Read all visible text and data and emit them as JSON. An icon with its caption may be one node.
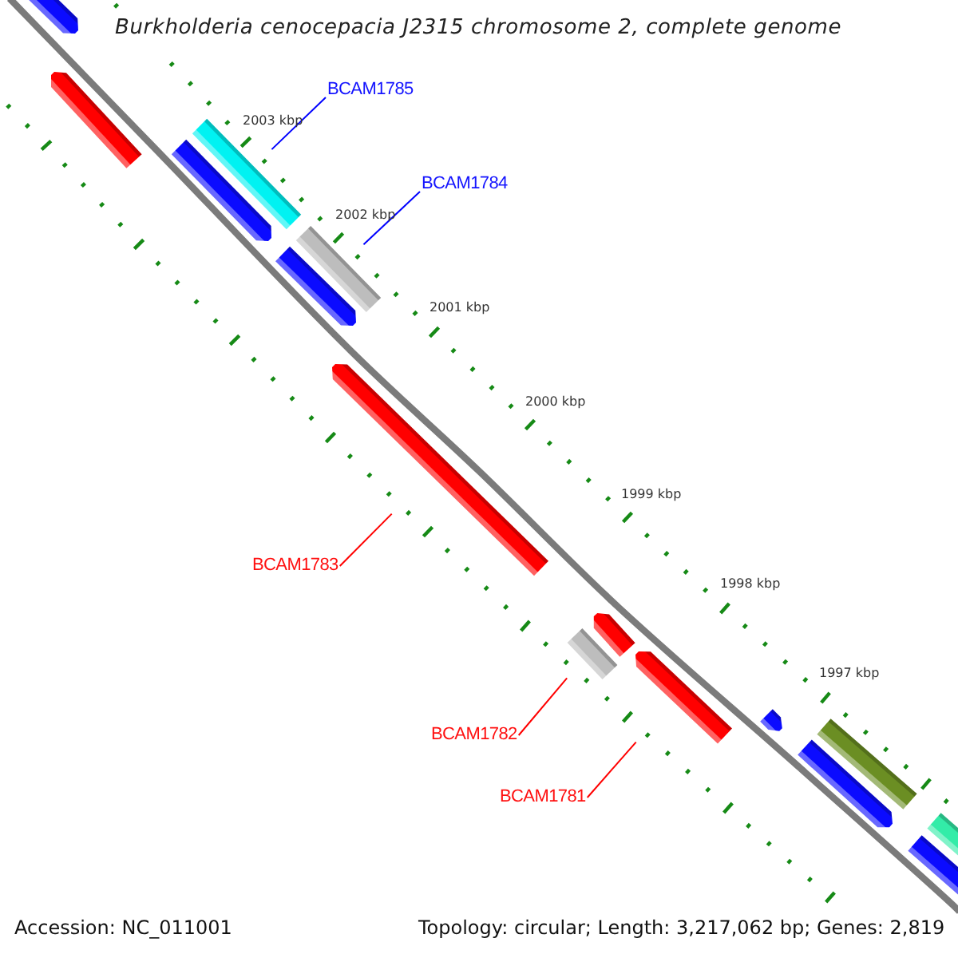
{
  "diagram": {
    "title": "Burkholderia cenocepacia J2315 chromosome 2, complete genome",
    "nodes": [
      {
        "text": [],
        "shape": "arrow"
      },
      {
        "text": [],
        "shape": "arrow"
      },
      {
        "text": [
          "BCAM1785"
        ]
      },
      {
        "text": [],
        "shape": "bar"
      },
      {
        "text": [],
        "shape": "arrow"
      },
      {
        "text": [
          "BCAM1784"
        ]
      },
      {
        "text": [],
        "shape": "bar"
      },
      {
        "text": [],
        "shape": "arrow"
      },
      {
        "text": [],
        "shape": "arrow"
      },
      {
        "text": [
          "BCAM1783"
        ]
      },
      {
        "text": [],
        "shape": "arrow"
      },
      {
        "text": [],
        "shape": "bar"
      },
      {
        "text": [],
        "shape": "arrow"
      },
      {
        "text": [],
        "shape": "arrow"
      },
      {
        "text": [],
        "shape": "bar"
      },
      {
        "text": [
          "BCAM1782"
        ]
      },
      {
        "text": [],
        "shape": "arrow"
      },
      {
        "text": [
          "BCAM1781"
        ]
      },
      {
        "text": [],
        "shape": "bar"
      },
      {
        "text": [],
        "shape": "bar"
      }
    ],
    "edges": [
      {
        "from": 2,
        "to": 3,
        "arrow": "none",
        "color": "#0000ff"
      },
      {
        "from": 5,
        "to": 6,
        "arrow": "none",
        "color": "#0000ff"
      },
      {
        "from": 9,
        "to": 8,
        "arrow": "none"
      },
      {
        "from": 15,
        "to": 11,
        "arrow": "none"
      },
      {
        "from": 17,
        "to": 12,
        "arrow": "none"
      }
    ],
    "labels": [
      "2003 kbp",
      "2002 kbp",
      "2001 kbp",
      "2000 kbp",
      "1999 kbp",
      "1998 kbp",
      "1997 kbp",
      "Accession: NC_011001",
      "Topology: circular; Length: 3,217,062 bp; Genes: 2,819"
    ]
  }
}
